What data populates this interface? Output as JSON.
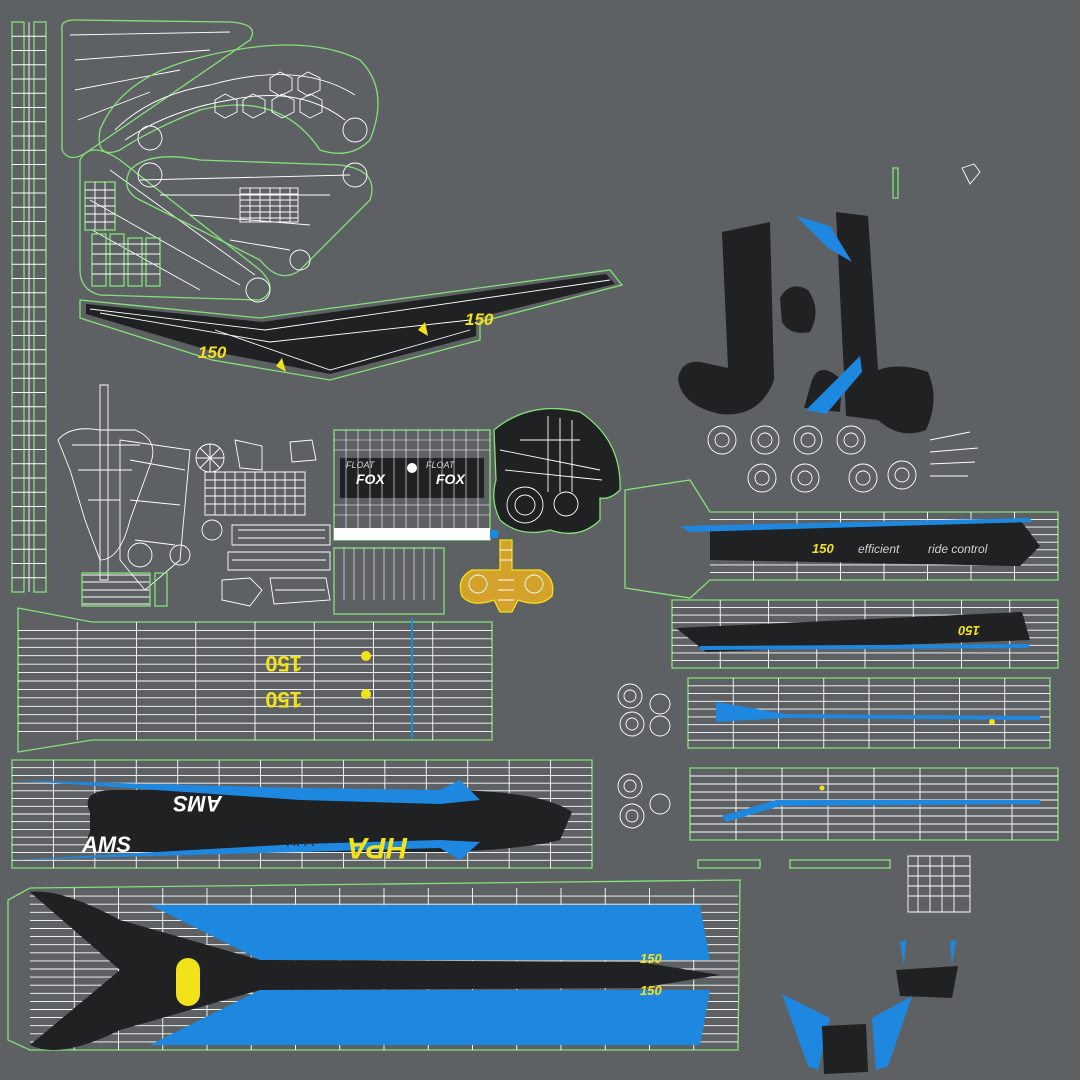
{
  "image": {
    "kind": "uv-texture-map",
    "background_color": "#5d6163",
    "wireframe_color": "#ffffff",
    "island_border_color": "#86e07a",
    "decal_colors": {
      "black": "#1f2122",
      "blue": "#1e88e0",
      "yellow": "#f2e21a",
      "orange": "#c98a1e"
    }
  },
  "decals": {
    "travel_a": "150",
    "travel_b": "150",
    "travel_c": "150",
    "travel_d": "150",
    "travel_e": "150",
    "travel_f": "150",
    "slogan_efficient": "efficient",
    "slogan_ride_control": "ride control",
    "brand_fox_a": "FOX",
    "brand_fox_b": "FOX",
    "brand_float_a": "FLOAT",
    "brand_float_b": "FLOAT",
    "model_ams_a": "AMS",
    "model_ams_b": "AMS",
    "model_hpa_a": "HPA",
    "model_hpa_b": "HPA"
  }
}
